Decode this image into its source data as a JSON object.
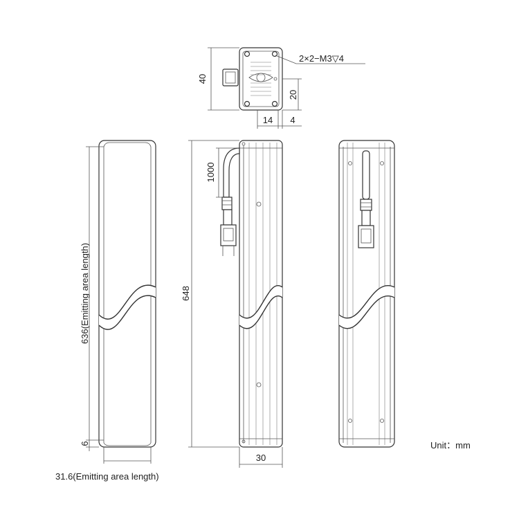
{
  "dimensions": {
    "top_height": "40",
    "screw_note": "2×2−M3▽4",
    "top_half": "20",
    "top_width_a": "14",
    "top_width_b": "4",
    "cable_length": "1000",
    "emit_length": "636(Emitting area length)",
    "total_length": "648",
    "end_margin": "6",
    "emit_width": "31.6(Emitting area length)",
    "body_width": "30"
  },
  "unit_note": "Unit：mm",
  "colors": {
    "line": "#333333",
    "background": "#ffffff"
  }
}
